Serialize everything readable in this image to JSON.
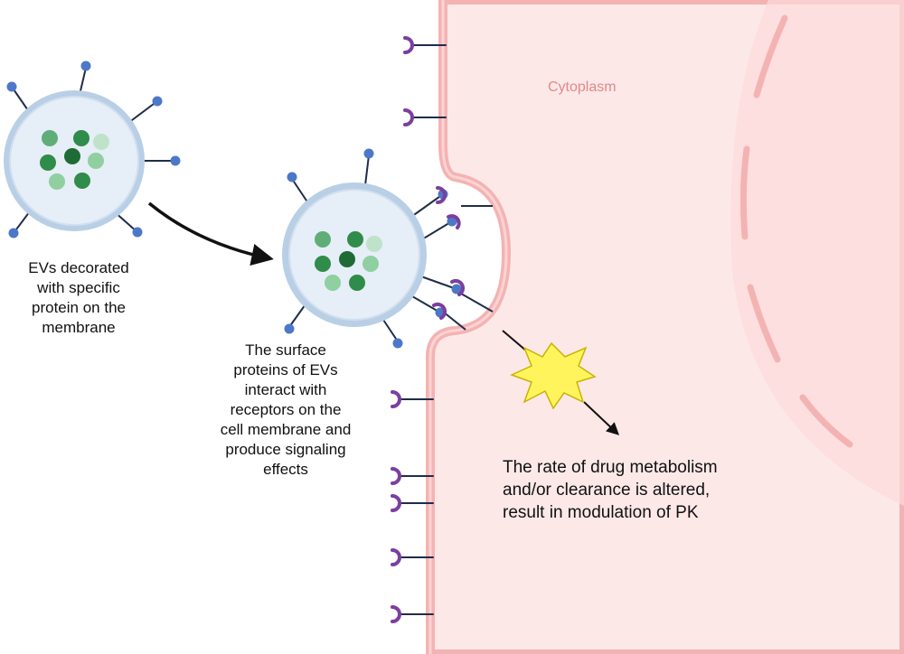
{
  "labels": {
    "cytoplasm": "Cytoplasm",
    "ev_decorated": [
      "EVs decorated",
      "with specific",
      "protein on the",
      "membrane"
    ],
    "surface_interaction": [
      "The surface",
      "proteins of EVs",
      "interact with",
      "receptors on the",
      "cell membrane and",
      "produce signaling",
      "effects"
    ],
    "outcome": [
      "The rate of drug metabolism",
      "and/or clearance is altered,",
      "result in modulation of PK"
    ]
  },
  "colors": {
    "cell_fill": "#fde8e8",
    "cell_membrane": "#f4b3b3",
    "cytoplasm_text": "#e08a8a",
    "ev_membrane": "#b8cfe6",
    "ev_fill": "#e6eef8",
    "protein_stalk": "#1f2d4a",
    "protein_head": "#4d78c8",
    "receptor": "#7b3fa0",
    "cargo_dark": "#1e6b35",
    "cargo_mid": "#2f8c4a",
    "cargo_light": "#8fcfa0",
    "starburst": "#fff45c",
    "arrow": "#111111"
  }
}
